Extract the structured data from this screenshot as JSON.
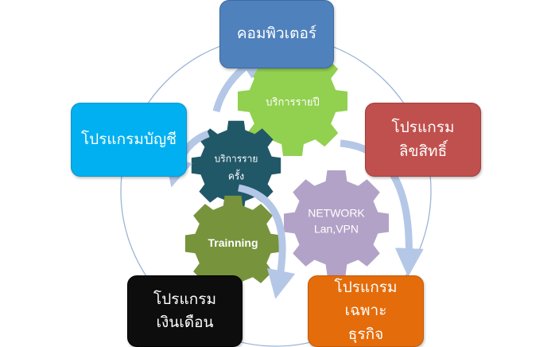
{
  "boxes": {
    "computer": "คอมพิวเตอร์",
    "accounting": "โปรแกรมบัญชี",
    "document": "โปรแกรมลิขสิทธิ์",
    "salary_line1": "โปรแกรม",
    "salary_line2": "เงินเดือน",
    "business_line1": "โปรแกรมเฉพาะ",
    "business_line2": "ธุรกิจ"
  },
  "gears": {
    "annual_service": "บริการรายปี",
    "per_time_line1": "บริการราย",
    "per_time_line2": "ครั้ง",
    "network_line1": "NETWORK",
    "network_line2": "Lan,VPN",
    "training": "Trainning"
  },
  "colors": {
    "computer": "#4f81bd",
    "accounting": "#00b0f0",
    "document": "#c0504d",
    "salary": "#0d0d0d",
    "business": "#e46c0a",
    "gear_green": "#92d050",
    "gear_teal": "#215868",
    "gear_purple": "#b3a2c7",
    "gear_olive": "#77933c",
    "arrow": "#b4c7e7",
    "circle": "#9bb5d6"
  }
}
